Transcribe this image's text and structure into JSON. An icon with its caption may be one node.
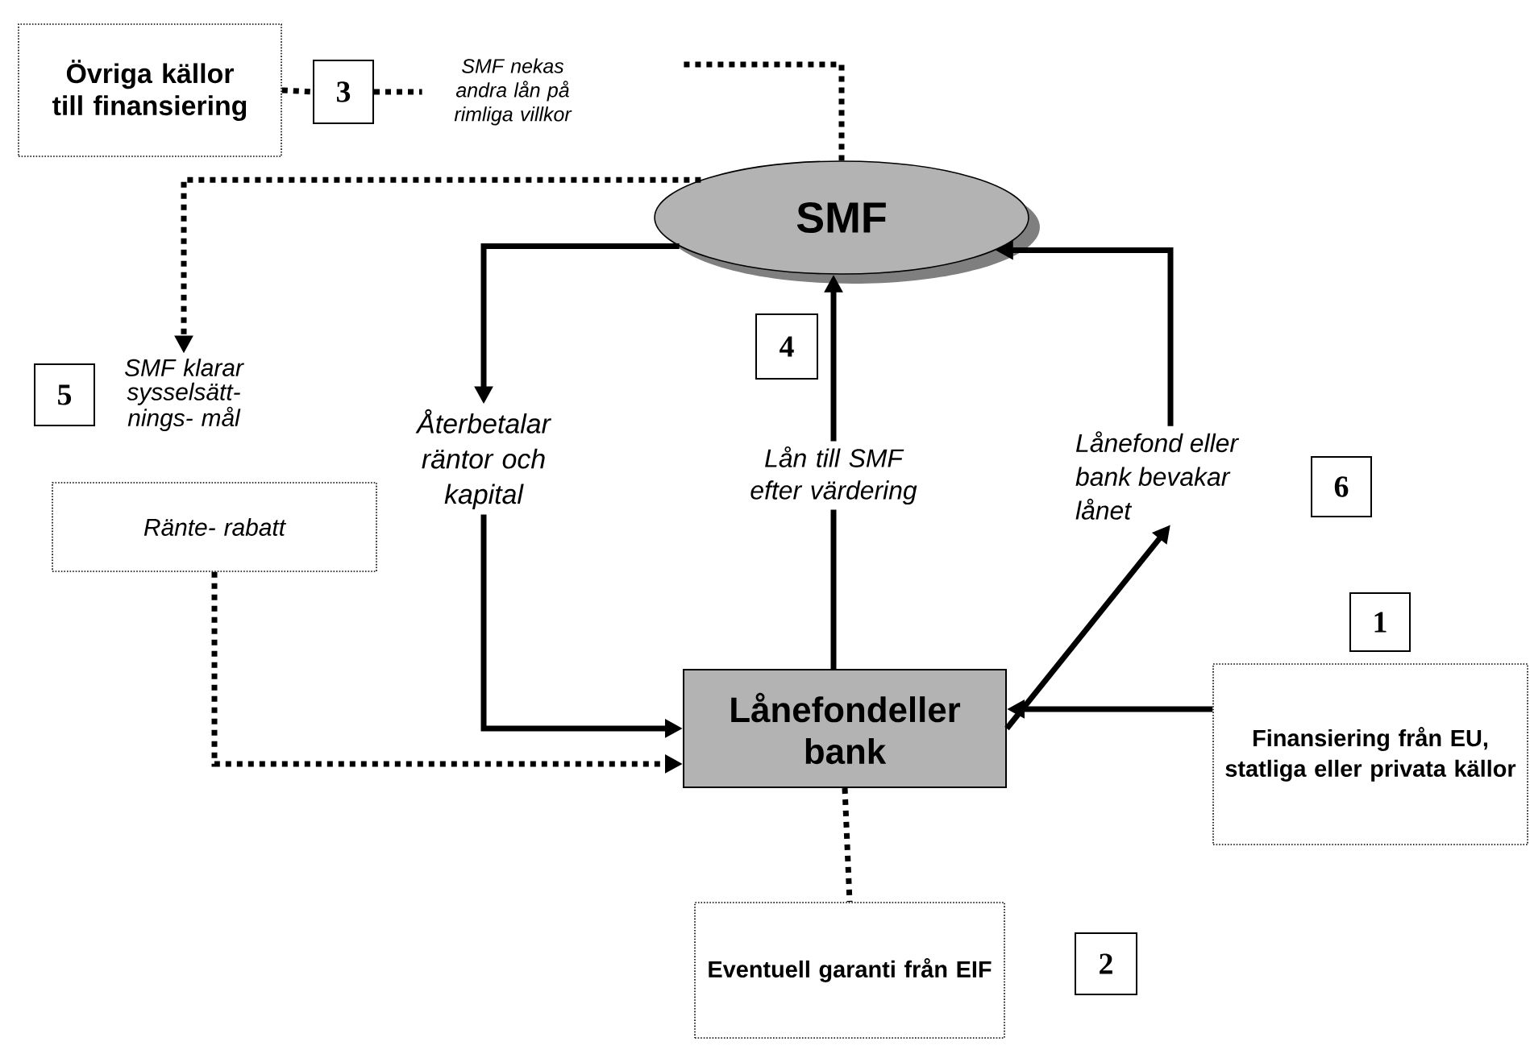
{
  "diagram": {
    "nodes": [
      {
        "text": [
          "Övriga källor till finansiering"
        ]
      },
      {
        "text": [
          "3"
        ]
      },
      {
        "text": [
          "SMF nekas andra lån på rimliga villkor"
        ]
      },
      {
        "text": [
          "SMF"
        ]
      },
      {
        "text": [
          "4"
        ]
      },
      {
        "text": [
          "5"
        ]
      },
      {
        "text": [
          "SMF klarar sysselsätt- nings- mål"
        ]
      },
      {
        "text": [
          "Återbetalar räntor och kapital"
        ]
      },
      {
        "text": [
          "Lån till SMF efter värdering"
        ]
      },
      {
        "text": [
          "Lånefond eller bank bevakar lånet"
        ]
      },
      {
        "text": [
          "6"
        ]
      },
      {
        "text": [
          "Ränte- rabatt"
        ]
      },
      {
        "text": [
          "1"
        ]
      },
      {
        "text": [
          "Lånefondeller bank"
        ]
      },
      {
        "text": [
          "Finansiering från EU, statliga eller privata källor"
        ]
      },
      {
        "text": [
          "Eventuell garanti från EIF"
        ]
      },
      {
        "text": [
          "2"
        ]
      }
    ],
    "edges": [
      {
        "from": 0,
        "to": 1,
        "arrow": "none",
        "style": "dashed"
      },
      {
        "from": 1,
        "to": 2,
        "arrow": "none",
        "style": "dashed"
      },
      {
        "from": 2,
        "to": 3,
        "arrow": "none",
        "style": "dashed"
      },
      {
        "from": 3,
        "to": 6,
        "arrow": "to",
        "style": "dashed"
      },
      {
        "from": 3,
        "to": 7,
        "arrow": "to"
      },
      {
        "from": 7,
        "to": 13,
        "arrow": "to"
      },
      {
        "from": 13,
        "to": 8,
        "arrow": "none"
      },
      {
        "from": 8,
        "to": 3,
        "arrow": "to"
      },
      {
        "from": 11,
        "to": 13,
        "arrow": "to",
        "style": "dashed"
      },
      {
        "from": 13,
        "to": 9,
        "arrow": "to"
      },
      {
        "from": 9,
        "to": 3,
        "arrow": "to"
      },
      {
        "from": 14,
        "to": 13,
        "arrow": "to"
      },
      {
        "from": 13,
        "to": 15,
        "arrow": "none",
        "style": "dashed"
      }
    ]
  }
}
